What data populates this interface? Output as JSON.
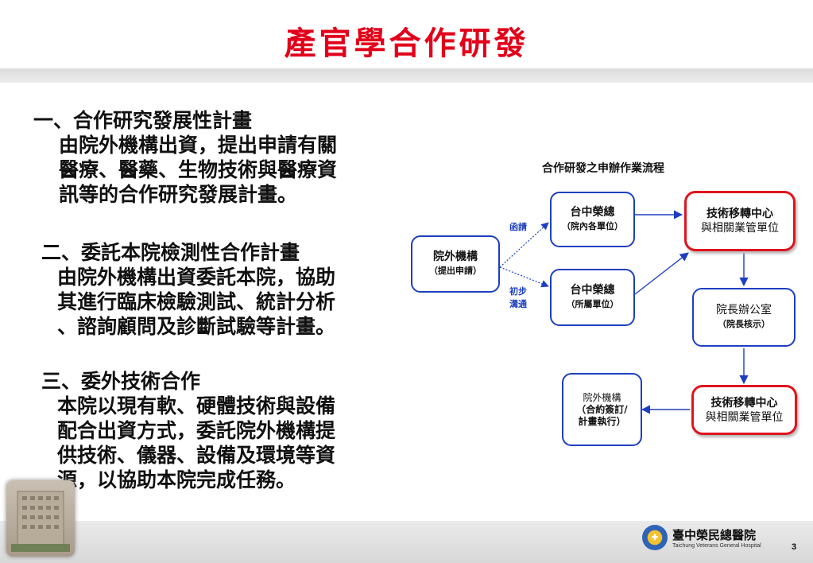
{
  "title": "產官學合作研發",
  "sections": [
    {
      "heading": "一、合作研究發展性計畫",
      "body": [
        "由院外機構出資，提出申請有關",
        "醫療、醫藥、生物技術與醫療資",
        "訊等的合作研究發展計畫。"
      ]
    },
    {
      "heading": "二、委託本院檢測性合作計畫",
      "body": [
        "由院外機構出資委託本院，協助",
        "其進行臨床檢驗測試、統計分析",
        "、諮詢顧問及診斷試驗等計畫。"
      ]
    },
    {
      "heading": "三、委外技術合作",
      "body": [
        "本院以現有軟、硬體技術與設備",
        "配合出資方式，委託院外機構提",
        "供技術、儀器、設備及環境等資",
        "源，以協助本院完成任務。"
      ]
    }
  ],
  "flow": {
    "title": "合作研發之申辦作業流程",
    "nodes": {
      "external_apply": {
        "line1": "院外機構",
        "line2": "（提出申請）"
      },
      "hospital_internal": {
        "line1": "台中榮總",
        "line2": "（院內各單位）"
      },
      "hospital_affiliated": {
        "line1": "台中榮總",
        "line2": "（所屬單位）"
      },
      "tech_center_1": {
        "line1": "技術移轉中心",
        "line2": "與相關業管單位"
      },
      "president_office": {
        "line1": "院長辦公室",
        "line2": "（院長核示）"
      },
      "tech_center_2": {
        "line1": "技術移轉中心",
        "line2": "與相關業管單位"
      },
      "external_exec": {
        "line1": "院外機構",
        "line2": "（合約簽訂/",
        "line3": "計畫執行）"
      }
    },
    "labels": {
      "letter": "函請",
      "initial": "初步",
      "communicate": "溝通"
    },
    "colors": {
      "blue": "#1d3fbf",
      "red": "#e0141e",
      "title_red": "#e2001a"
    }
  },
  "footer": {
    "logo_zh": "臺中榮民總醫院",
    "logo_en": "Taichung Veterans General Hospital",
    "page_number": "3"
  }
}
